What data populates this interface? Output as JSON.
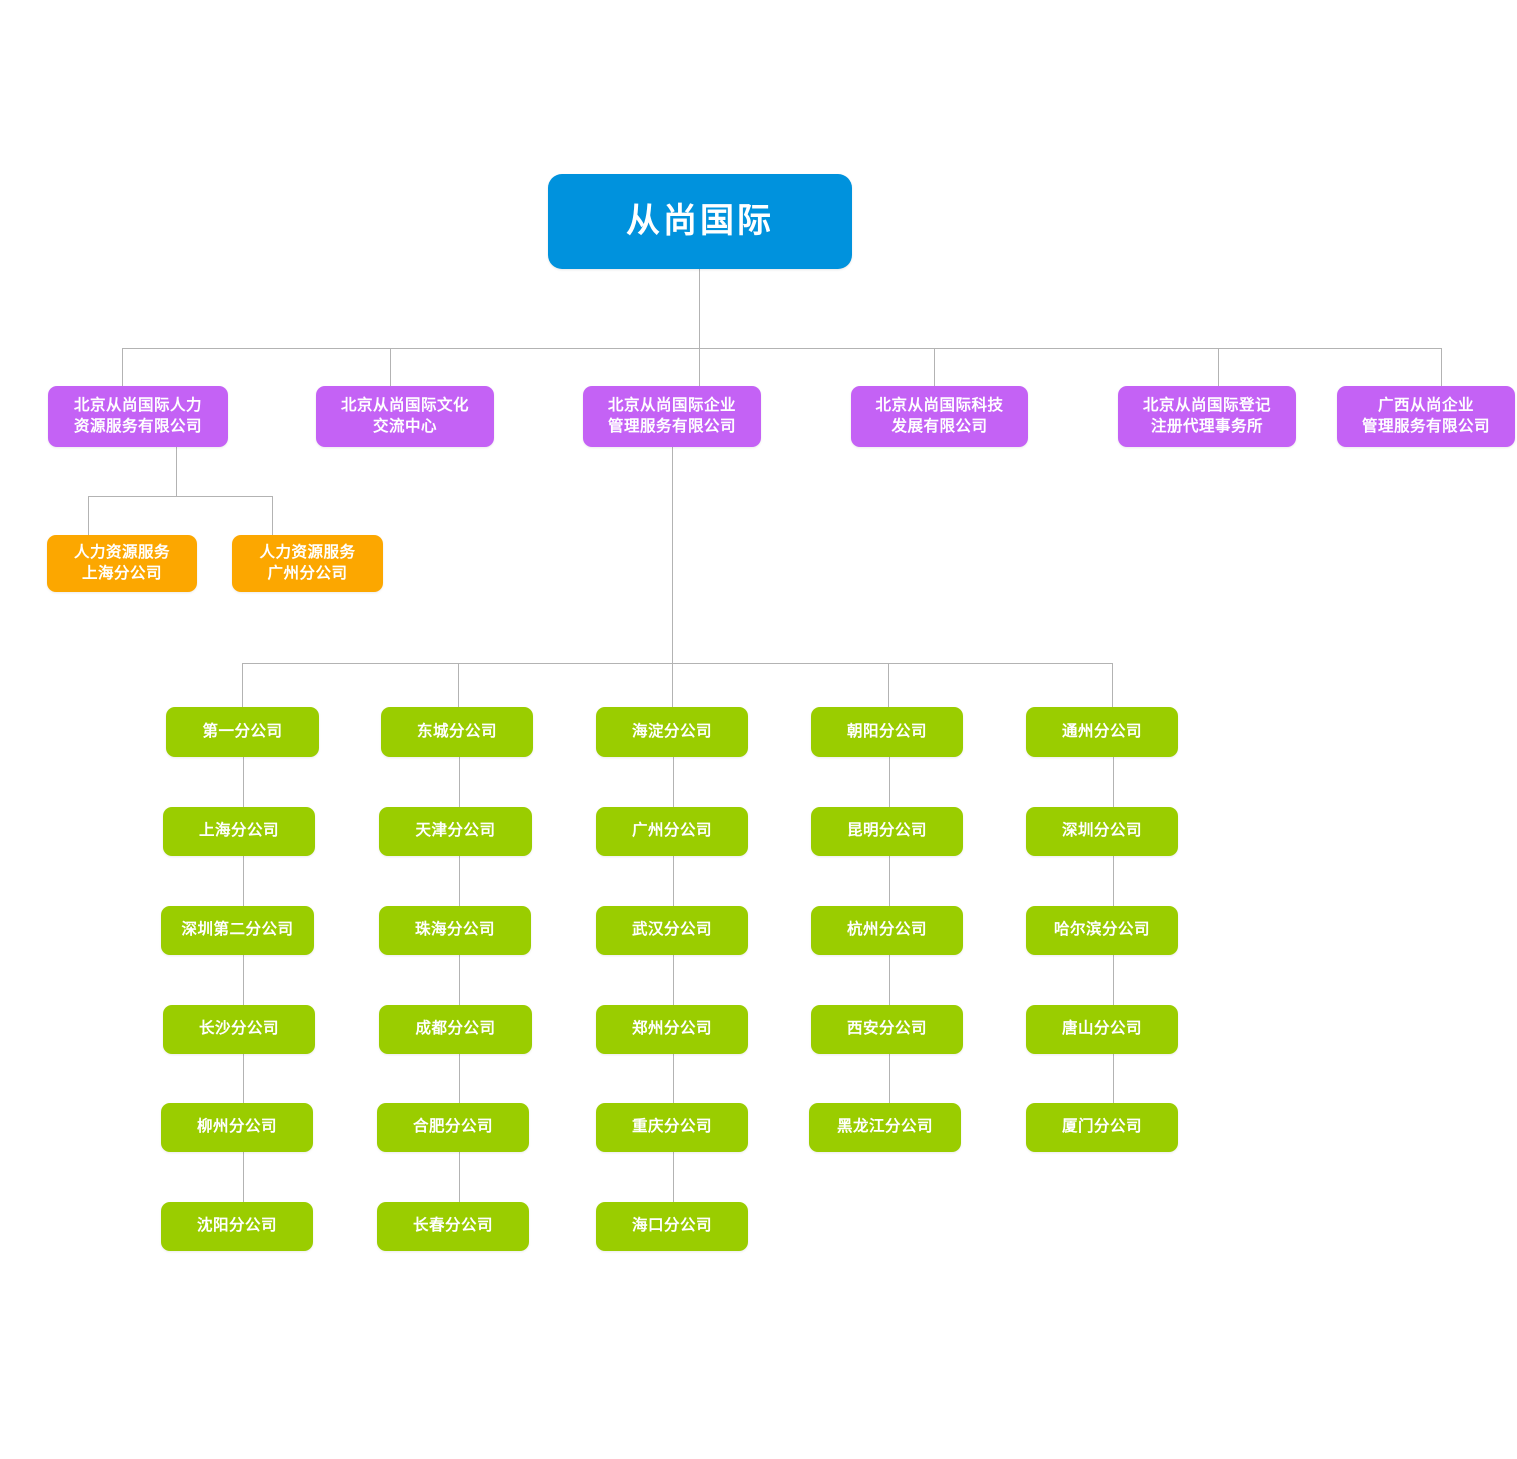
{
  "colors": {
    "root": "#0092dd",
    "division": "#c462f5",
    "hr_branch": "#fca700",
    "branch": "#9acd00",
    "line": "#b3b3b3",
    "background": "#ffffff",
    "text": "#ffffff"
  },
  "root": {
    "label": "从尚国际"
  },
  "divisions": [
    {
      "label": "北京从尚国际人力\n资源服务有限公司"
    },
    {
      "label": "北京从尚国际文化\n交流中心"
    },
    {
      "label": "北京从尚国际企业\n管理服务有限公司"
    },
    {
      "label": "北京从尚国际科技\n发展有限公司"
    },
    {
      "label": "北京从尚国际登记\n注册代理事务所"
    },
    {
      "label": "广西从尚企业\n管理服务有限公司"
    }
  ],
  "hr_branches": [
    {
      "label": "人力资源服务\n上海分公司"
    },
    {
      "label": "人力资源服务\n广州分公司"
    }
  ],
  "branch_columns": [
    {
      "items": [
        {
          "label": "第一分公司"
        },
        {
          "label": "上海分公司"
        },
        {
          "label": "深圳第二分公司"
        },
        {
          "label": "长沙分公司"
        },
        {
          "label": "柳州分公司"
        },
        {
          "label": "沈阳分公司"
        }
      ]
    },
    {
      "items": [
        {
          "label": "东城分公司"
        },
        {
          "label": "天津分公司"
        },
        {
          "label": "珠海分公司"
        },
        {
          "label": "成都分公司"
        },
        {
          "label": "合肥分公司"
        },
        {
          "label": "长春分公司"
        }
      ]
    },
    {
      "items": [
        {
          "label": "海淀分公司"
        },
        {
          "label": "广州分公司"
        },
        {
          "label": "武汉分公司"
        },
        {
          "label": "郑州分公司"
        },
        {
          "label": "重庆分公司"
        },
        {
          "label": "海口分公司"
        }
      ]
    },
    {
      "items": [
        {
          "label": "朝阳分公司"
        },
        {
          "label": "昆明分公司"
        },
        {
          "label": "杭州分公司"
        },
        {
          "label": "西安分公司"
        },
        {
          "label": "黑龙江分公司"
        }
      ]
    },
    {
      "items": [
        {
          "label": "通州分公司"
        },
        {
          "label": "深圳分公司"
        },
        {
          "label": "哈尔滨分公司"
        },
        {
          "label": "唐山分公司"
        },
        {
          "label": "厦门分公司"
        }
      ]
    }
  ]
}
